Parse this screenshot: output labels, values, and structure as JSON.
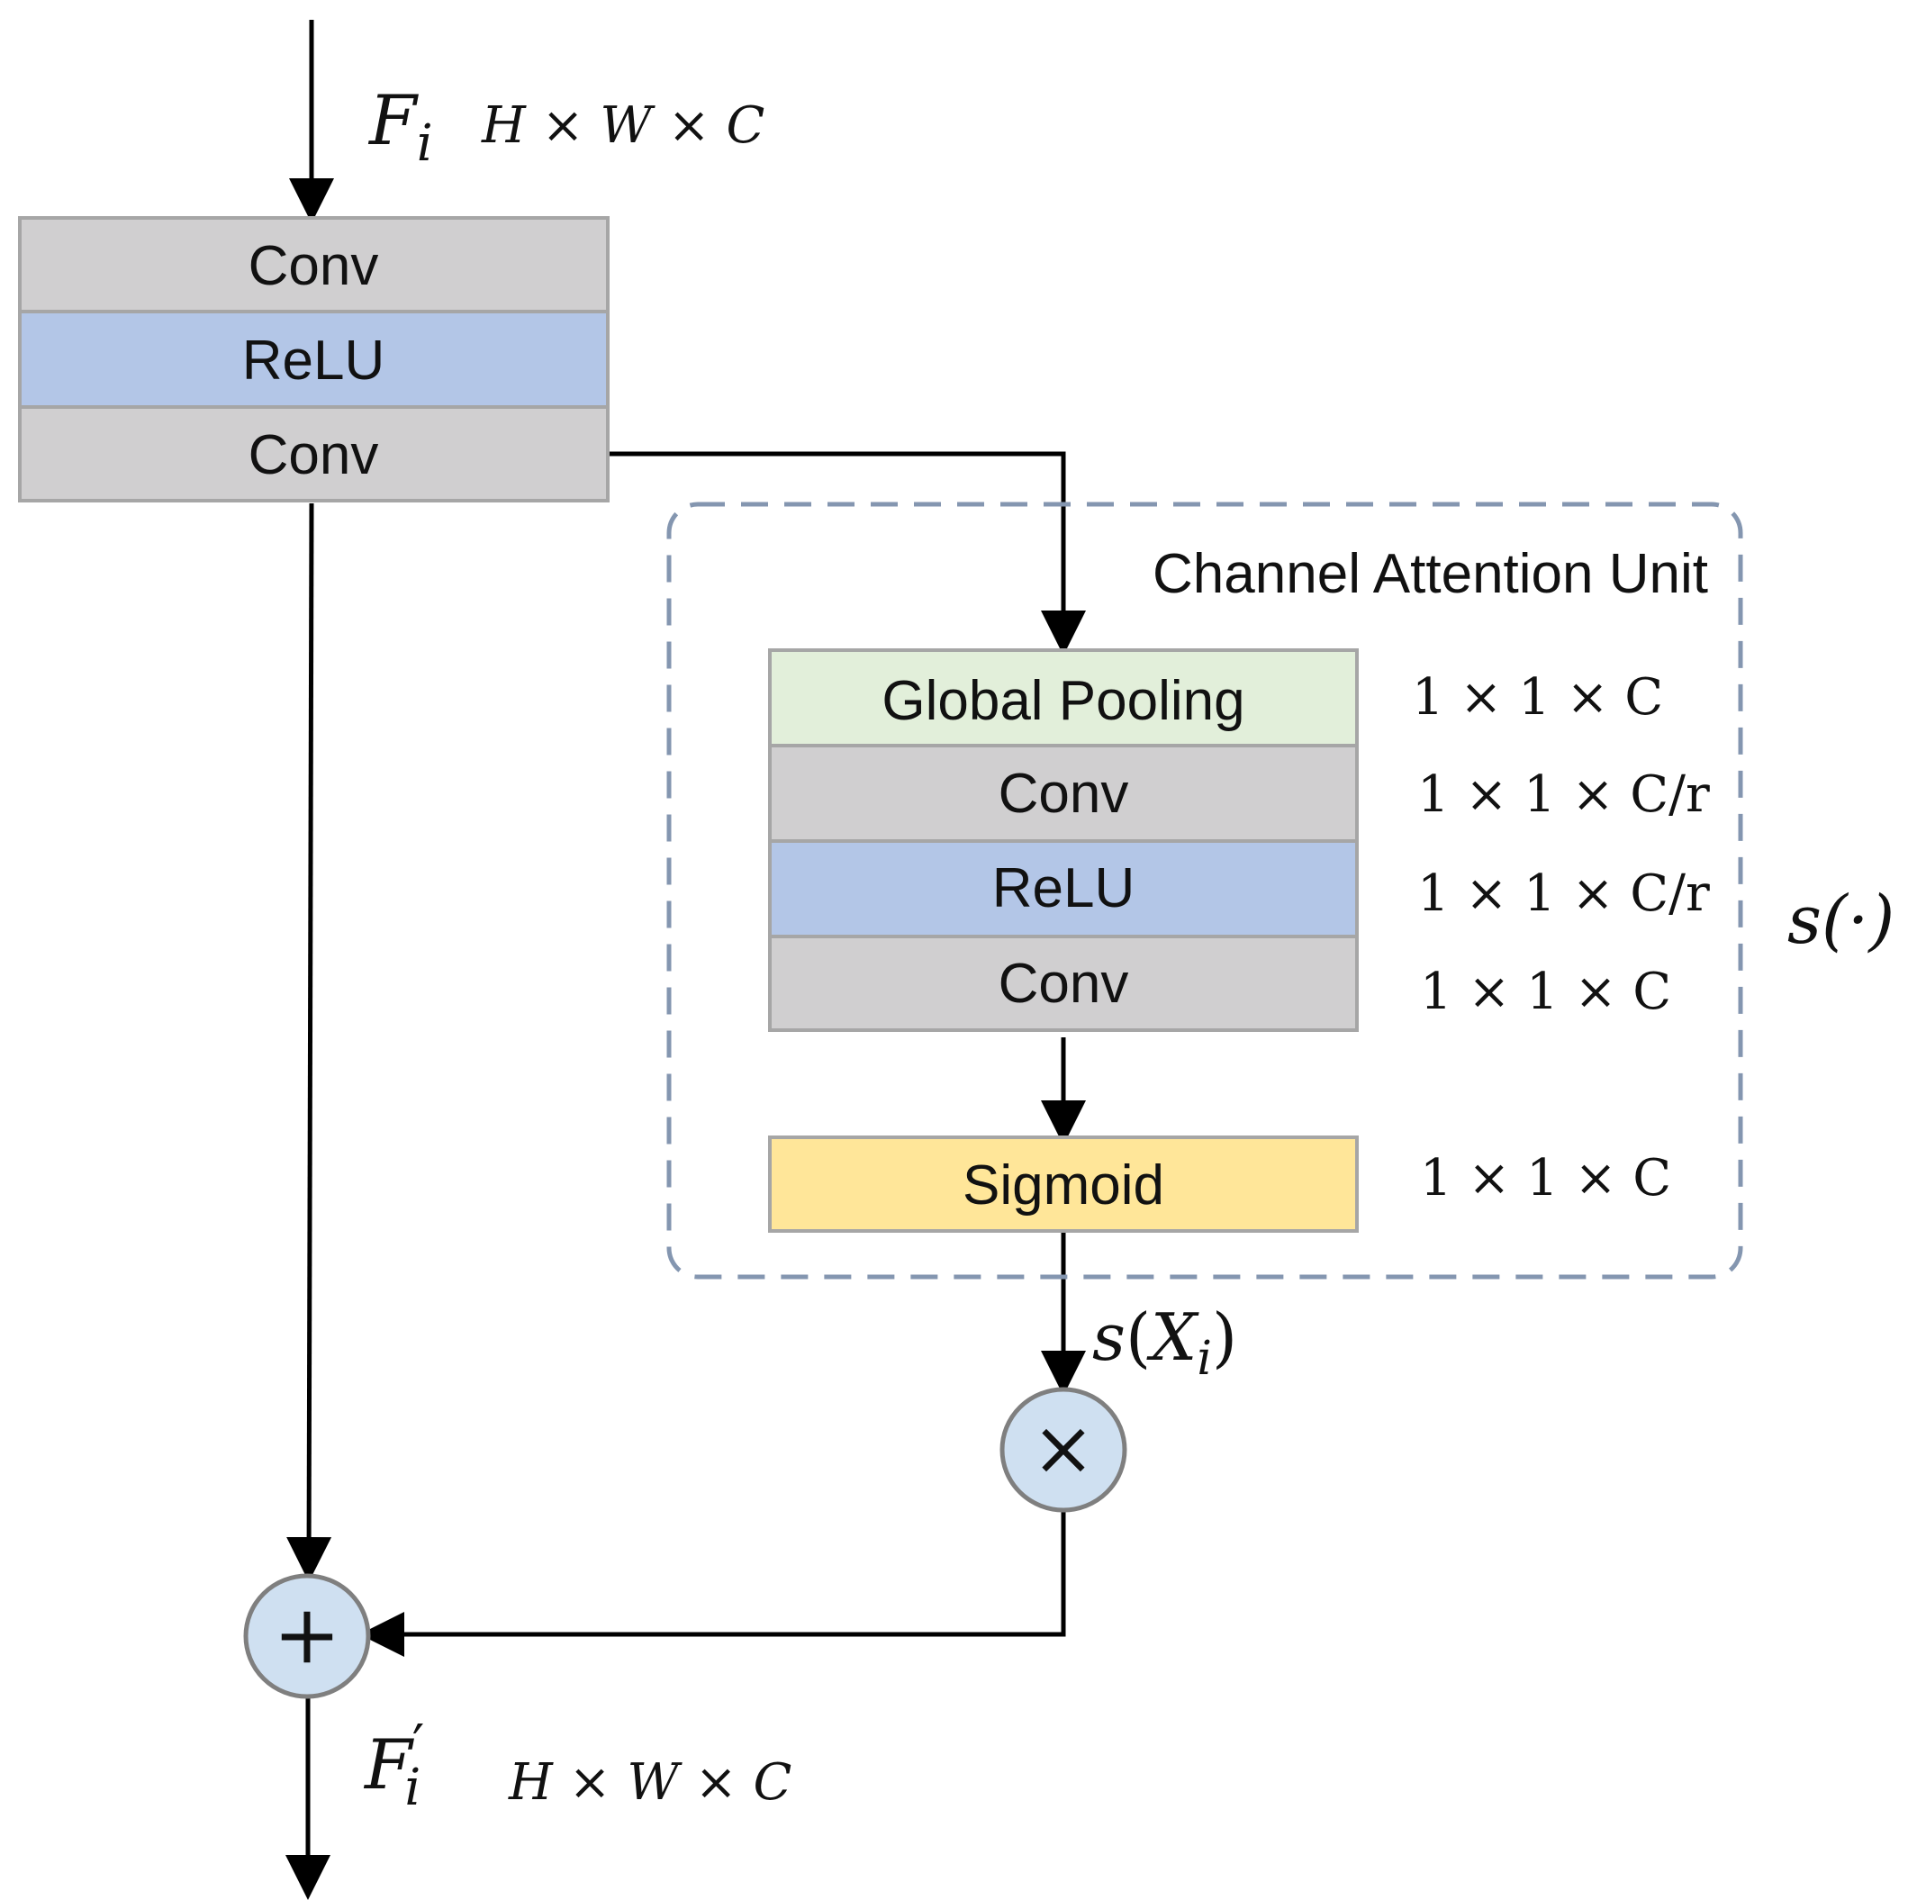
{
  "input": {
    "symbol": "F",
    "subscript": "i",
    "dims": [
      "H",
      "W",
      "C"
    ]
  },
  "residual_block": [
    {
      "label": "Conv",
      "color": "#d0cfd0"
    },
    {
      "label": "ReLU",
      "color": "#b3c6e7"
    },
    {
      "label": "Conv",
      "color": "#d0cfd0"
    }
  ],
  "attention_unit": {
    "title": "Channel Attention Unit",
    "function_label": "s(·)",
    "layers": [
      {
        "label": "Global Pooling",
        "color": "#e2efda",
        "dims": "1 × 1 × C"
      },
      {
        "label": "Conv",
        "color": "#d0cfd0",
        "dims": "1 × 1 × C/r"
      },
      {
        "label": "ReLU",
        "color": "#b3c6e7",
        "dims": "1 × 1 × C/r"
      },
      {
        "label": "Conv",
        "color": "#d0cfd0",
        "dims": "1 × 1 × C"
      }
    ],
    "sigmoid": {
      "label": "Sigmoid",
      "color": "#ffe699",
      "dims": "1 × 1 × C"
    },
    "border_color": "#8496b0"
  },
  "attention_output": {
    "function": "s",
    "argument": "X",
    "subscript": "i"
  },
  "operators": {
    "multiply": "×",
    "add": "+",
    "fill": "#cfe0f1",
    "stroke": "#7f7f7f"
  },
  "output": {
    "symbol": "F",
    "prime": "′",
    "subscript": "i",
    "dims": [
      "H",
      "W",
      "C"
    ]
  }
}
